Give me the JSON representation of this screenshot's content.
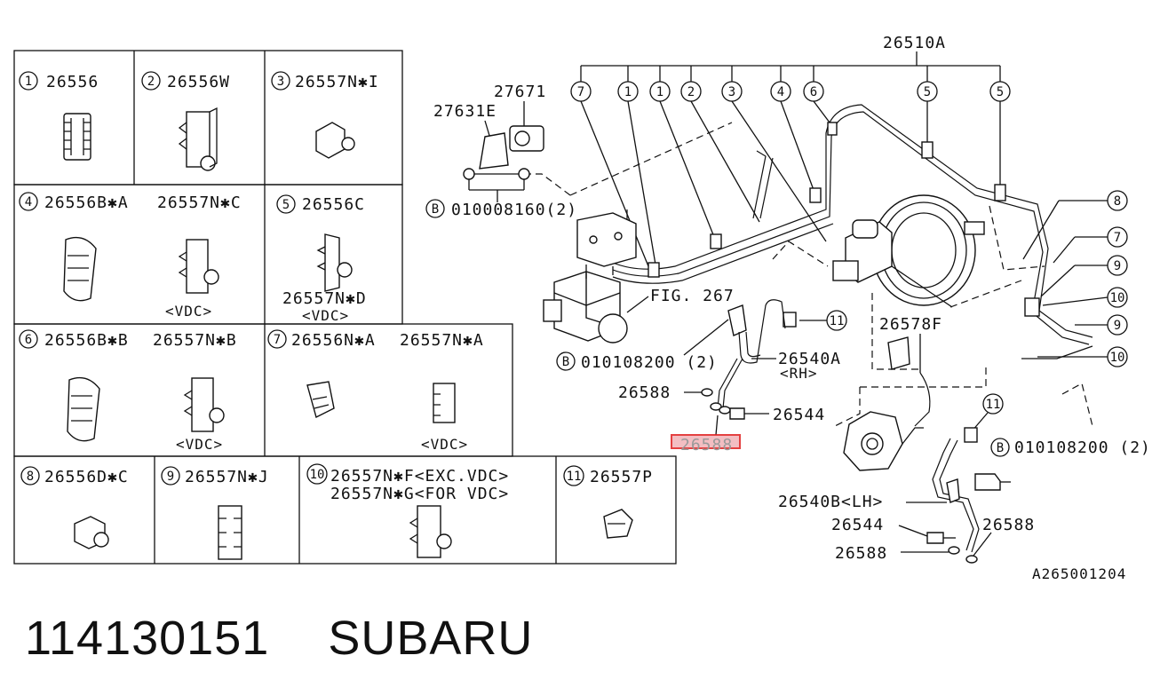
{
  "legend": {
    "cells": [
      {
        "num": "1",
        "labels": [
          "26556"
        ]
      },
      {
        "num": "2",
        "labels": [
          "26556W"
        ]
      },
      {
        "num": "3",
        "labels": [
          "26557N✱I"
        ]
      },
      {
        "num": "4",
        "labels": [
          "26556B✱A",
          "26557N✱C"
        ],
        "notes": [
          "<VDC>"
        ]
      },
      {
        "num": "5",
        "labels": [
          "26556C",
          "26557N✱D"
        ],
        "notes": [
          "<VDC>"
        ]
      },
      {
        "num": "6",
        "labels": [
          "26556B✱B",
          "26557N✱B"
        ],
        "notes": [
          "<VDC>"
        ]
      },
      {
        "num": "7",
        "labels": [
          "26556N✱A",
          "26557N✱A"
        ],
        "notes": [
          "<VDC>"
        ]
      },
      {
        "num": "8",
        "labels": [
          "26556D✱C"
        ]
      },
      {
        "num": "9",
        "labels": [
          "26557N✱J"
        ]
      },
      {
        "num": "10",
        "labels": [
          "26557N✱F<EXC.VDC>",
          "26557N✱G<FOR VDC>"
        ]
      },
      {
        "num": "11",
        "labels": [
          "26557P"
        ]
      }
    ]
  },
  "diagram": {
    "top_label": "26510A",
    "callouts_top": [
      "7",
      "1",
      "1",
      "2",
      "3",
      "4",
      "6",
      "5",
      "5"
    ],
    "callouts_right": [
      "8",
      "7",
      "9",
      "10",
      "9",
      "10"
    ],
    "callouts_mid": [
      "11",
      "11"
    ],
    "labels": {
      "p27671": "27671",
      "p27631e": "27631E",
      "bolt1": "010008160(2)",
      "fig": "FIG. 267",
      "bolt2": "010108200 (2)",
      "p26540a": "26540A",
      "rh": "<RH>",
      "p26588_a": "26588",
      "p26544_a": "26544",
      "p26588_hl": "26588",
      "p26578f": "26578F",
      "bolt3": "010108200 (2)",
      "p26540b": "26540B<LH>",
      "p26544_b": "26544",
      "p26588_b": "26588",
      "p26588_c": "26588",
      "drawing_no": "A265001204",
      "b_marker": "B"
    }
  },
  "footer": {
    "part_number": "114130151",
    "brand": "SUBARU"
  }
}
